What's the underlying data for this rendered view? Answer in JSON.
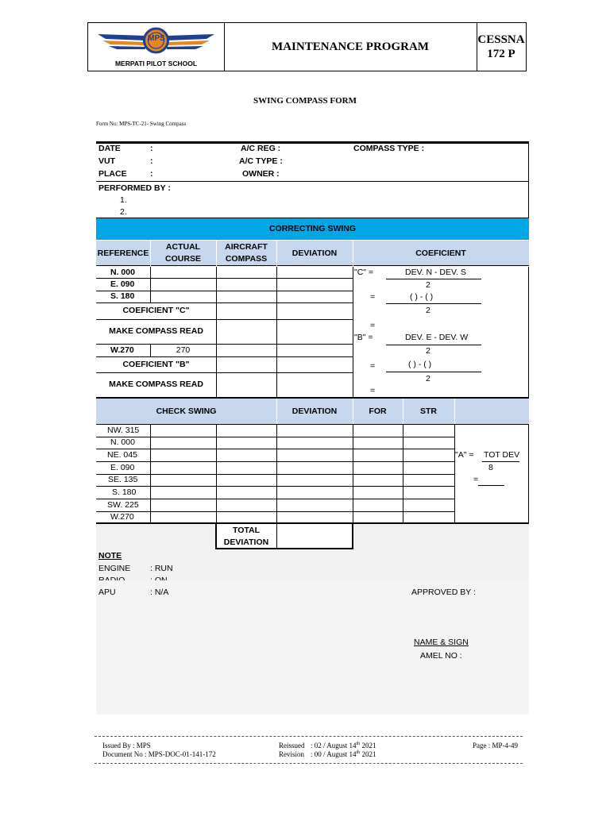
{
  "header": {
    "school_name": "MERPATI PILOT SCHOOL",
    "logo_letters": "MPS",
    "title": "MAINTENANCE PROGRAM",
    "aircraft_line1": "CESSNA",
    "aircraft_line2": "172 P"
  },
  "form_title": "SWING COMPASS FORM",
  "form_no": "Form No: MPS-TC-21- Swing Compass",
  "info": {
    "date": "DATE",
    "vut": "VUT",
    "place": "PLACE",
    "colon": ":",
    "ac_reg": "A/C REG :",
    "ac_type": "A/C TYPE :",
    "owner": "OWNER :",
    "compass_type": "COMPASS TYPE :",
    "performed_by": "PERFORMED BY :",
    "performer_1": "1.",
    "performer_2": "2."
  },
  "correcting": {
    "banner": "CORRECTING SWING",
    "col_reference": "REFERENCE",
    "col_actual_1": "ACTUAL",
    "col_actual_2": "COURSE",
    "col_aircraft_1": "AIRCRAFT",
    "col_aircraft_2": "COMPASS",
    "col_deviation": "DEVIATION",
    "col_coeficient": "COEFICIENT",
    "rows": [
      "N. 000",
      "E. 090",
      "S. 180"
    ],
    "coef_c": "COEFICIENT \"C\"",
    "make_read": "MAKE COMPASS READ",
    "w270": "W.270",
    "w270_actual": "270",
    "coef_b": "COEFICIENT \"B\"",
    "make_read_2": "MAKE COMPASS READ",
    "c_label": "\"C\" =",
    "c_formula": "DEV. N - DEV. S",
    "two": "2",
    "paren": "(   ) - (   )",
    "eq": "=",
    "b_label": "\"B\" =",
    "b_formula": "DEV. E - DEV. W"
  },
  "check": {
    "col_check": "CHECK SWING",
    "col_deviation": "DEVIATION",
    "col_for": "FOR",
    "col_str": "STR",
    "rows": [
      "NW. 315",
      "N. 000",
      "NE. 045",
      "E. 090",
      "SE. 135",
      "S. 180",
      "SW. 225",
      "W.270"
    ],
    "a_label": "\"A\" =",
    "a_formula": "TOT DEV",
    "a_div": "8",
    "a_eq": "=",
    "total_1": "TOTAL",
    "total_2": "DEVIATION"
  },
  "note": {
    "title": "NOTE",
    "engine": "ENGINE",
    "engine_val": ": RUN",
    "radio": "RADIO",
    "radio_val": ": ON",
    "apu": "APU",
    "apu_val": ": N/A",
    "approved_by": "APPROVED BY :",
    "name_sign": "NAME & SIGN",
    "amel_no": "AMEL NO :"
  },
  "footer": {
    "issued_by": "Issued By : MPS",
    "document_no": "Document No : MPS-DOC-01-141-172",
    "reissued_label": "Reissued",
    "reissued_value": ": 02 / August 14",
    "revision_label": "Revision",
    "revision_value": ": 00 / August 14",
    "th": "th",
    "year": " 2021",
    "page": "Page : MP-4-49"
  },
  "colors": {
    "banner_blue": "#00a6e6",
    "header_blue": "#c7d8ee",
    "logo_blue": "#1f3f8f",
    "logo_orange": "#e8861e"
  }
}
